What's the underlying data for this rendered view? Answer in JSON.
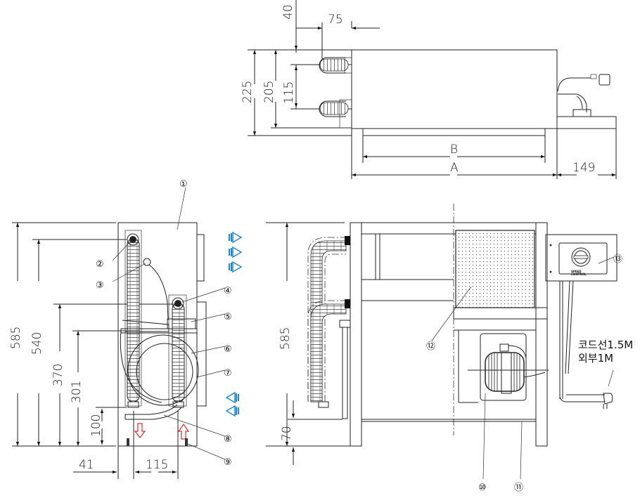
{
  "drawing": {
    "top_view": {
      "dimensions": {
        "offset_40": "40",
        "offset_75": "75",
        "height_225": "225",
        "height_205": "205",
        "pipe_spacing_115": "115",
        "width_B": "B",
        "width_A": "A",
        "side_149": "149"
      }
    },
    "side_view": {
      "dimensions": {
        "height_585": "585",
        "height_540": "540",
        "height_370": "370",
        "height_301": "301",
        "height_100": "100",
        "offset_41": "41",
        "spacing_115": "115"
      }
    },
    "front_view": {
      "dimensions": {
        "height_585": "585",
        "foot_70": "70"
      },
      "control_panel": {
        "line1": "SPEED",
        "line2": "CONTROL"
      },
      "cord_note": {
        "line1": "코드선1.5M",
        "line2": "외부1M"
      }
    },
    "callouts": [
      "①",
      "②",
      "③",
      "④",
      "⑤",
      "⑥",
      "⑦",
      "⑧",
      "⑨",
      "⑩",
      "⑪",
      "⑫",
      "⑬"
    ],
    "colors": {
      "airflow_blue": "#1e88d8",
      "water_flow_red": "#e8262a",
      "line": "#222222"
    },
    "airflow_icons": {
      "outlet": "airflow-out-icon",
      "inlet": "airflow-in-icon"
    }
  }
}
